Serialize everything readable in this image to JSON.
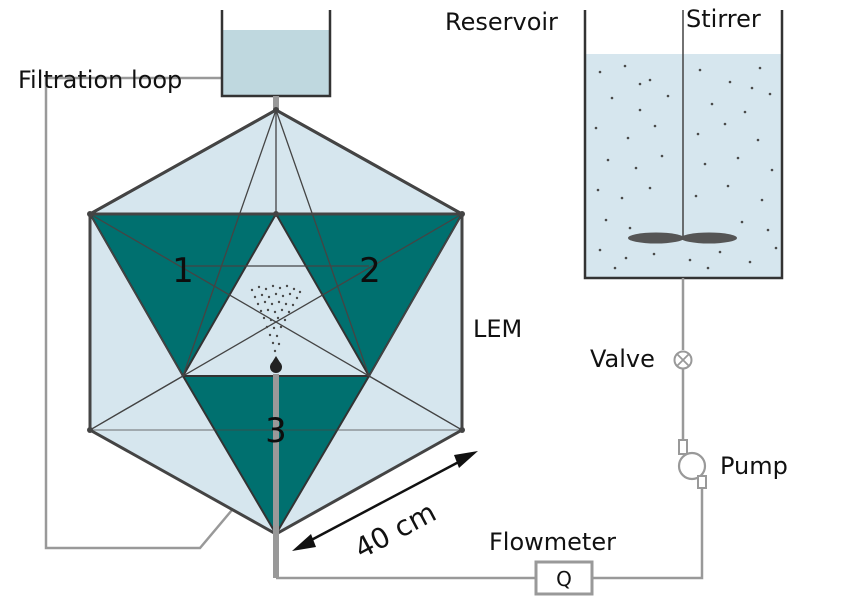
{
  "labels": {
    "filtration_loop": "Filtration loop",
    "reservoir": "Reservoir",
    "stirrer": "Stirrer",
    "lem": "LEM",
    "valve": "Valve",
    "pump": "Pump",
    "flowmeter": "Flowmeter",
    "flowmeter_symbol": "Q",
    "size": "40 cm"
  },
  "faces": [
    "1",
    "2",
    "3"
  ],
  "colors": {
    "water": "#d6e6ee",
    "teal": "#00706f",
    "pipe": "#999999",
    "line": "#444444",
    "dot": "#4a4a4a"
  }
}
